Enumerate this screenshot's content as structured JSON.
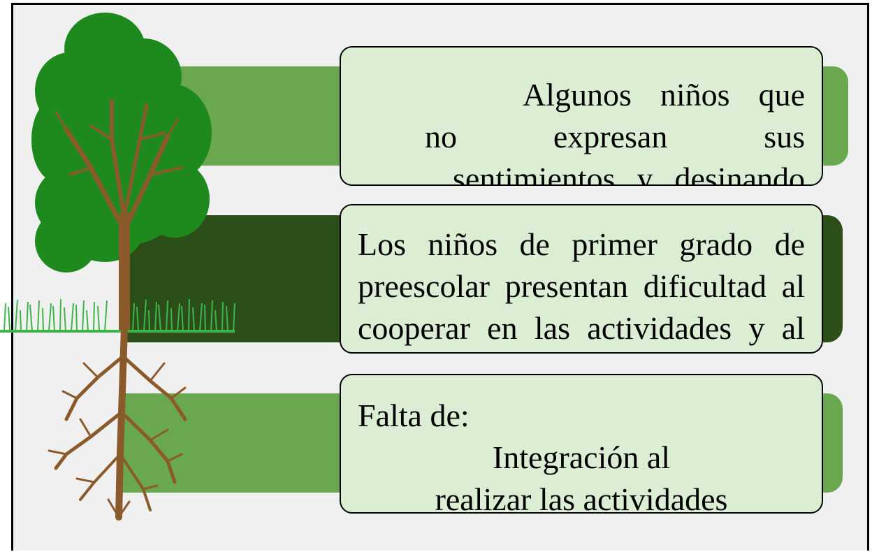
{
  "boxes": {
    "top": {
      "line1": "Algunos niños que",
      "line2": "no expresan sus",
      "line3": "sentimientos y desinando"
    },
    "middle": {
      "line1": "Los niños de primer grado de",
      "line2": "preescolar presentan dificultad al",
      "line3": "cooperar en las actividades y al"
    },
    "bottom": {
      "line1": "Falta de:",
      "line2": "Integración al",
      "line3": "realizar las actividades"
    }
  },
  "colors": {
    "light_bar": "#6aa84f",
    "dark_bar": "#2c4f1a",
    "box_fill": "#dbeed4",
    "foliage": "#1e8a1e",
    "trunk": "#8b5a2b",
    "grass": "#3cb54a"
  }
}
